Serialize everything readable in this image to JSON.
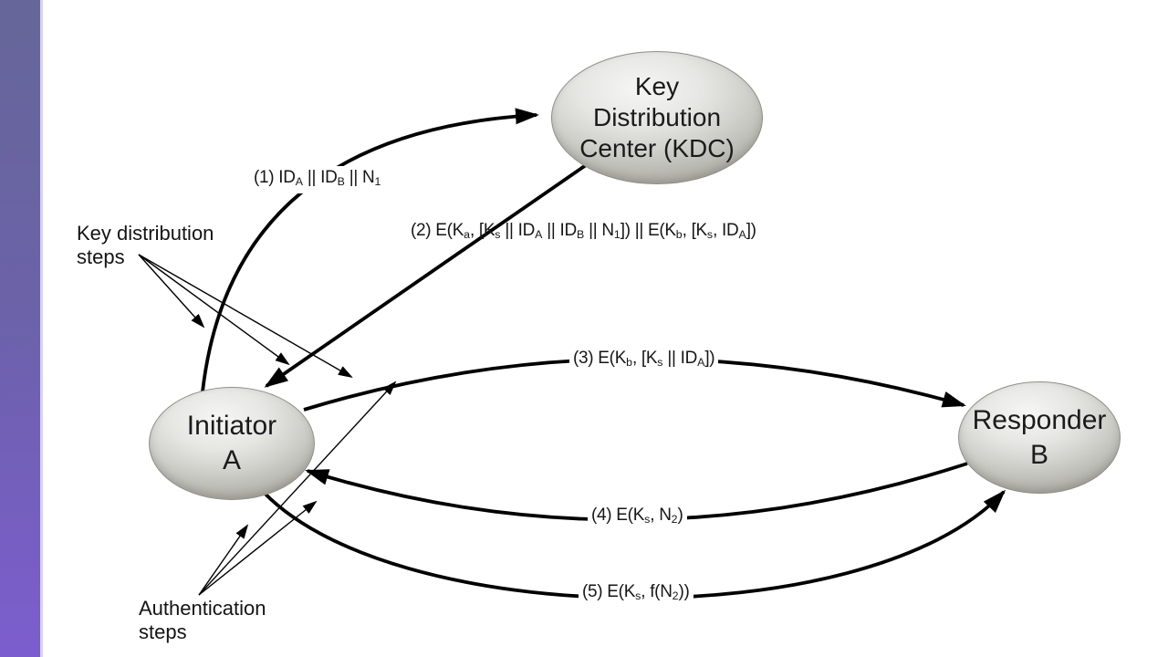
{
  "page": {
    "background": "#ffffff"
  },
  "sidebar": {
    "gradient_top": "#666699",
    "gradient_bottom": "#7c5dce",
    "edge_color": "#d8d3ee"
  },
  "diagram": {
    "nodes": {
      "kdc": {
        "lines": [
          "Key",
          "Distribution",
          "Center (KDC)"
        ]
      },
      "initiator": {
        "lines": [
          "Initiator",
          "A"
        ]
      },
      "responder": {
        "lines": [
          "Responder",
          "B"
        ]
      }
    },
    "annotations": {
      "key_distribution": {
        "lines": [
          "Key distribution",
          "steps"
        ]
      },
      "authentication": {
        "lines": [
          "Authentication",
          "steps"
        ]
      }
    },
    "messages": [
      {
        "name": "step-1",
        "segments": [
          {
            "t": "(1) ID"
          },
          {
            "t": "A",
            "sub": true
          },
          {
            "t": " || ID"
          },
          {
            "t": "B",
            "sub": true
          },
          {
            "t": " || N"
          },
          {
            "t": "1",
            "sub": true
          }
        ]
      },
      {
        "name": "step-2",
        "segments": [
          {
            "t": "(2) E(K"
          },
          {
            "t": "a",
            "sub": true
          },
          {
            "t": ", [K"
          },
          {
            "t": "s",
            "sub": true
          },
          {
            "t": " || ID"
          },
          {
            "t": "A",
            "sub": true
          },
          {
            "t": " || ID"
          },
          {
            "t": "B",
            "sub": true
          },
          {
            "t": " || N"
          },
          {
            "t": "1",
            "sub": true
          },
          {
            "t": "]) || E(K"
          },
          {
            "t": "b",
            "sub": true
          },
          {
            "t": ", [K"
          },
          {
            "t": "s",
            "sub": true
          },
          {
            "t": ", ID"
          },
          {
            "t": "A",
            "sub": true
          },
          {
            "t": "])"
          }
        ]
      },
      {
        "name": "step-3",
        "segments": [
          {
            "t": "(3) E(K"
          },
          {
            "t": "b",
            "sub": true
          },
          {
            "t": ", [K"
          },
          {
            "t": "s",
            "sub": true
          },
          {
            "t": " || ID"
          },
          {
            "t": "A",
            "sub": true
          },
          {
            "t": "])"
          }
        ]
      },
      {
        "name": "step-4",
        "segments": [
          {
            "t": "(4) E(K"
          },
          {
            "t": "s",
            "sub": true
          },
          {
            "t": ", N"
          },
          {
            "t": "2",
            "sub": true
          },
          {
            "t": ")"
          }
        ]
      },
      {
        "name": "step-5",
        "segments": [
          {
            "t": "(5) E(K"
          },
          {
            "t": "s",
            "sub": true
          },
          {
            "t": ", f(N"
          },
          {
            "t": "2",
            "sub": true
          },
          {
            "t": "))"
          }
        ]
      }
    ],
    "colors": {
      "arrow": "#000000",
      "text": "#1a1a1a",
      "node_fill_highlight": "#f6f6f4",
      "node_fill_shadow": "#aeaea7",
      "node_border": "#8f8f89"
    }
  }
}
